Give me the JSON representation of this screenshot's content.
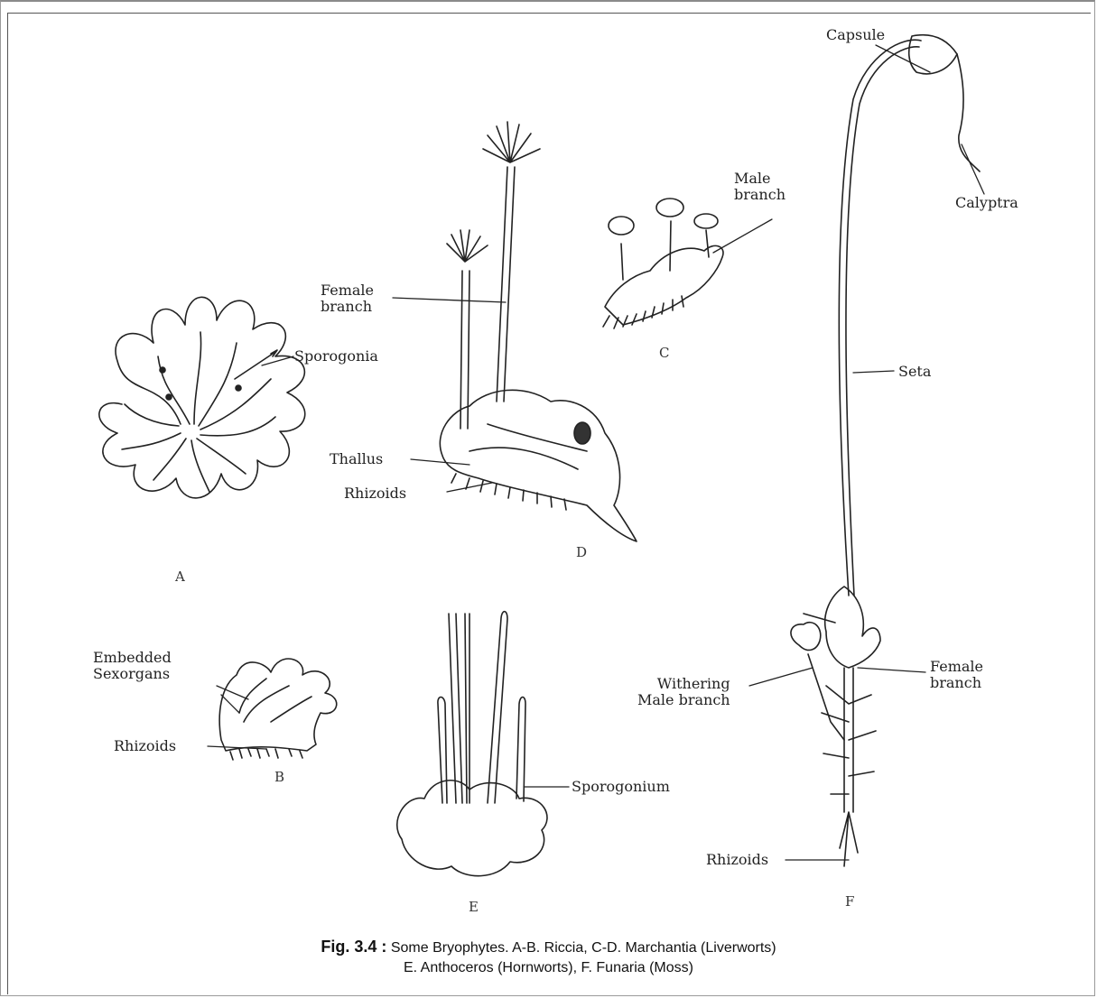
{
  "labels": {
    "capsule": "Capsule",
    "calyptra": "Calyptra",
    "male_branch_c": "Male\nbranch",
    "female_branch_d": "Female\nbranch",
    "sporogonia": "Sporogonia",
    "seta": "Seta",
    "thallus": "Thallus",
    "rhizoids_d": "Rhizoids",
    "embedded_sexorgans": "Embedded\nSexorgans",
    "rhizoids_b": "Rhizoids",
    "withering_male_branch": "Withering\nMale branch",
    "female_branch_f": "Female\nbranch",
    "sporogonium": "Sporogonium",
    "rhizoids_f": "Rhizoids"
  },
  "letters": {
    "a": "A",
    "b": "B",
    "c": "C",
    "d": "D",
    "e": "E",
    "f": "F"
  },
  "caption": {
    "bold": "Fig. 3.4 :",
    "line1": "Some Bryophytes. A-B. Riccia, C-D. Marchantia (Liverworts)",
    "line2": "E. Anthoceros (Hornworts), F. Funaria (Moss)"
  }
}
